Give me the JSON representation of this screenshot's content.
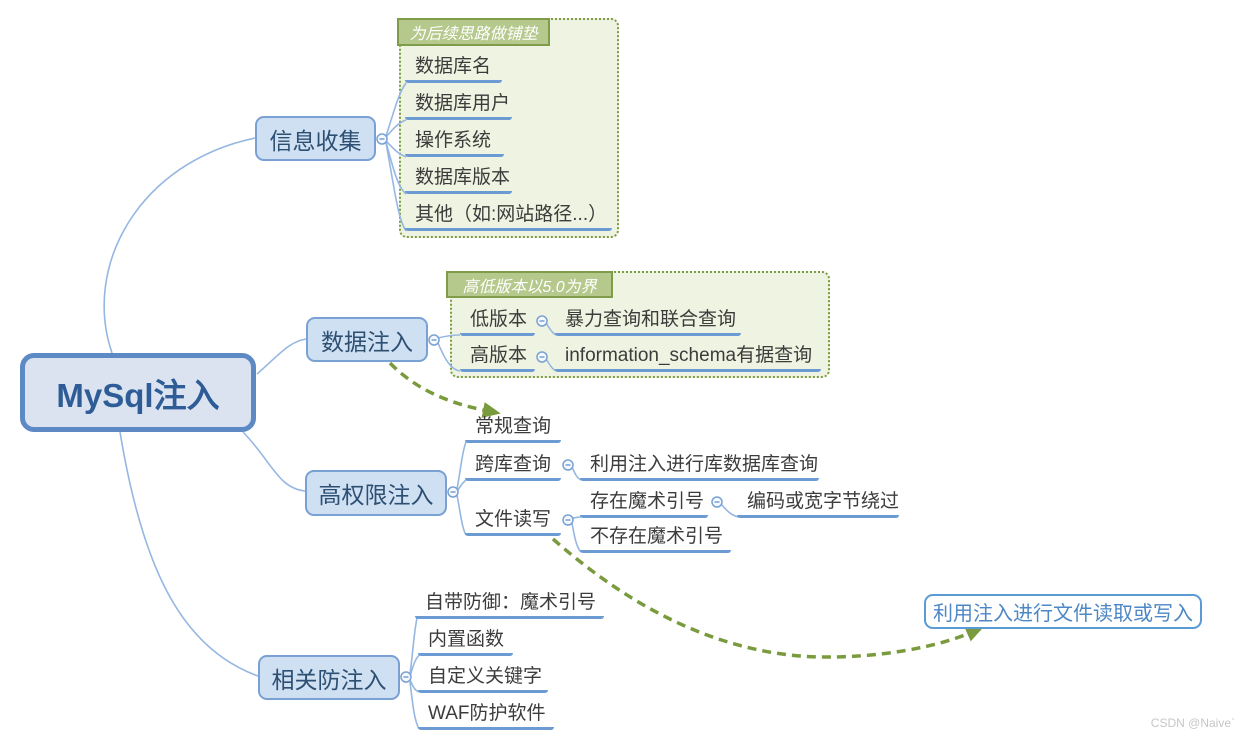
{
  "root": {
    "label": "MySql注入"
  },
  "branch_info": {
    "label": "信息收集",
    "callout": "为后续思路做铺垫",
    "items": [
      "数据库名",
      "数据库用户",
      "操作系统",
      "数据库版本",
      "其他（如:网站路径...）"
    ]
  },
  "branch_data": {
    "label": "数据注入",
    "callout": "高低版本以5.0为界",
    "low": {
      "key": "低版本",
      "value": "暴力查询和联合查询"
    },
    "high": {
      "key": "高版本",
      "value": "information_schema有据查询"
    }
  },
  "branch_priv": {
    "label": "高权限注入",
    "normal_query": "常规查询",
    "cross_query": "跨库查询",
    "cross_query_detail": "利用注入进行库数据库查询",
    "file_rw": "文件读写",
    "magic_exists": "存在魔术引号",
    "magic_exists_bypass": "编码或宽字节绕过",
    "magic_not_exists": "不存在魔术引号"
  },
  "branch_defense": {
    "label": "相关防注入",
    "items": [
      "自带防御：魔术引号",
      "内置函数",
      "自定义关键字",
      "WAF防护软件"
    ]
  },
  "floating": {
    "label": "利用注入进行文件读取或写入"
  },
  "watermark": "CSDN @Naive`",
  "colors": {
    "node_fill": "#cfe0f3",
    "node_border": "#79a1d3",
    "root_border": "#5d89c4",
    "underline_blue": "#6b9bd2",
    "connector_blue": "#95b7e2",
    "boundary_fill": "#eff3e1",
    "boundary_green": "#7c9b45",
    "callout_fill": "#b5c98c",
    "arrow_olive": "#7a9b3d"
  }
}
